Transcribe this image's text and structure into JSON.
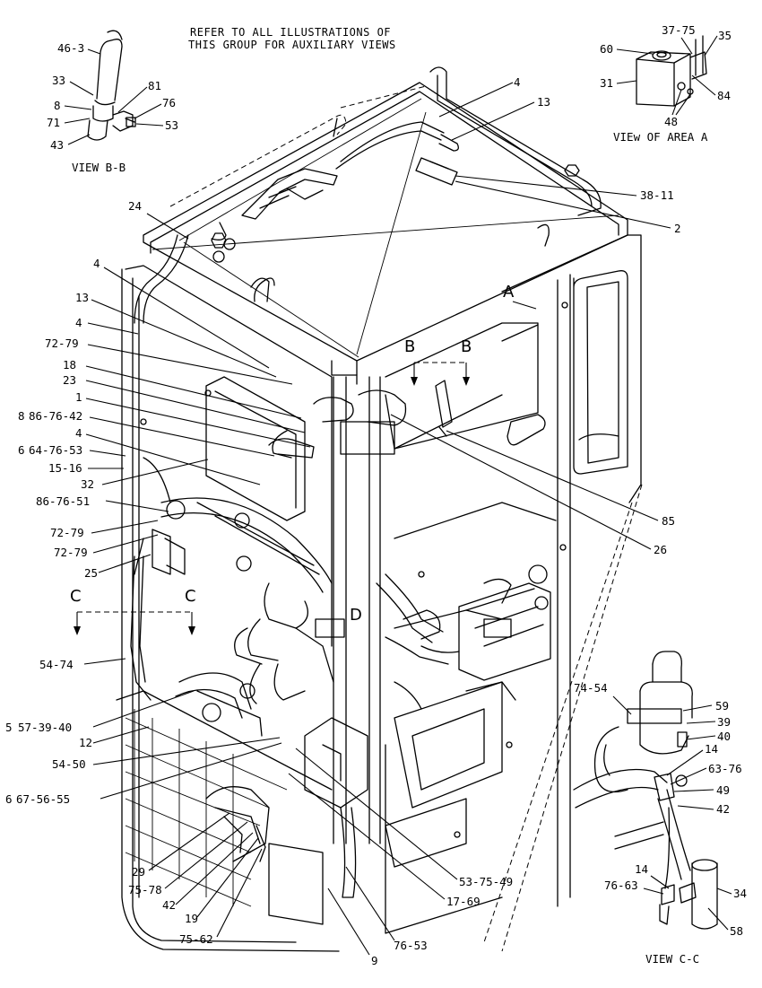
{
  "header": {
    "line1": "REFER TO ALL ILLUSTRATIONS OF",
    "line2": "THIS GROUP FOR AUXILIARY VIEWS"
  },
  "views": {
    "bb": "VIEW B-B",
    "area_a": "VIEw OF AREA A",
    "cc": "VIEW C-C"
  },
  "section_markers": {
    "a": "A",
    "b_left": "B",
    "b_right": "B",
    "c_left": "C",
    "c_right": "C",
    "d": "D"
  },
  "callouts": {
    "bb_46_3": "46-3",
    "bb_33": "33",
    "bb_8": "8",
    "bb_71": "71",
    "bb_43": "43",
    "bb_81": "81",
    "bb_76": "76",
    "bb_53": "53",
    "a_37_75": "37-75",
    "a_35": "35",
    "a_60": "60",
    "a_31": "31",
    "a_84": "84",
    "a_48": "48",
    "m_4_top": "4",
    "m_13_top": "13",
    "m_38_11": "38-11",
    "m_2": "2",
    "m_24": "24",
    "m_4_a": "4",
    "m_13_left": "13",
    "m_4_b": "4",
    "m_72_79_a": "72-79",
    "m_18": "18",
    "m_23": "23",
    "m_1": "1",
    "m_86_76_42": "86-76-42",
    "m_64_76_53": "64-76-53",
    "m_4_c": "4",
    "m_15_16": "15-16",
    "m_32": "32",
    "m_86_76_51": "86-76-51",
    "m_72_79_b": "72-79",
    "m_72_79_c": "72-79",
    "m_25": "25",
    "m_85": "85",
    "m_26": "26",
    "m_54_74": "54-74",
    "m_57_39_40": "57-39-40",
    "m_12": "12",
    "m_54_50": "54-50",
    "m_67_56_55": "67-56-55",
    "m_29": "29",
    "m_75_78": "75-78",
    "m_42": "42",
    "m_19": "19",
    "m_75_62": "75-62",
    "m_9": "9",
    "m_76_53": "76-53",
    "m_17_69": "17-69",
    "m_53_75_49": "53-75-49",
    "cc_74_54": "74-54",
    "cc_59": "59",
    "cc_39": "39",
    "cc_40": "40",
    "cc_14_a": "14",
    "cc_63_76": "63-76",
    "cc_49": "49",
    "cc_42": "42",
    "cc_14_b": "14",
    "cc_76_63": "76-63",
    "cc_34": "34",
    "cc_58": "58"
  },
  "edge_marks": {
    "m1": "8",
    "m2": "6",
    "m3": "5",
    "m4": "6"
  }
}
